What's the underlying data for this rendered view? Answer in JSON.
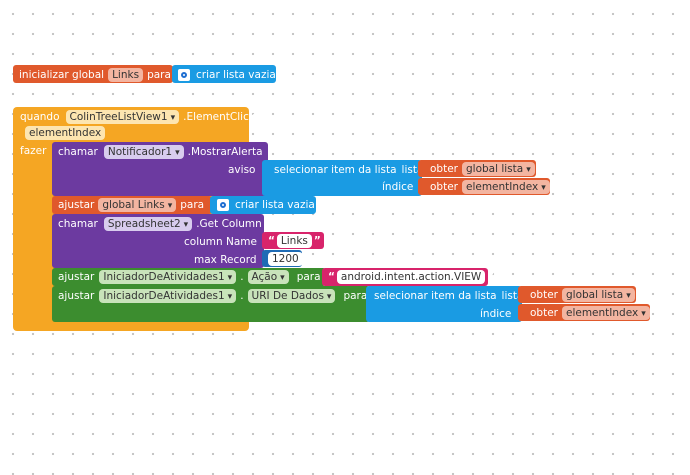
{
  "init_block": {
    "keyword": "inicializar global",
    "var_name": "Links",
    "para": "para",
    "list_label": "criar lista vazia"
  },
  "event_block": {
    "quando": "quando",
    "component": "ColinTreeListView1",
    "event": ".ElementClick",
    "param": "elementIndex",
    "fazer": "fazer"
  },
  "call_alert": {
    "chamar": "chamar",
    "component": "Notificador1",
    "method": ".MostrarAlerta",
    "arg_label": "aviso",
    "select_label": "selecionar item da lista",
    "lista_label": "lista",
    "obter1": "obter",
    "obter1_var": "global lista",
    "indice_label": "índice",
    "obter2": "obter",
    "obter2_var": "elementIndex"
  },
  "set_links": {
    "ajustar": "ajustar",
    "var": "global Links",
    "para": "para",
    "list_label": "criar lista vazia"
  },
  "call_sheet": {
    "chamar": "chamar",
    "component": "Spreadsheet2",
    "method": ".Get Column",
    "column_label": "column Name",
    "column_value": "Links",
    "maxrec_label": "max Record",
    "maxrec_value": "1200"
  },
  "set_action": {
    "ajustar": "ajustar",
    "component": "IniciadorDeAtividades1",
    "dot": ".",
    "prop": "Ação",
    "para": "para",
    "value": "android.intent.action.VIEW"
  },
  "set_uri": {
    "ajustar": "ajustar",
    "component": "IniciadorDeAtividades1",
    "dot": ".",
    "prop": "URI De Dados",
    "para": "para",
    "select_label": "selecionar item da lista",
    "lista_label": "lista",
    "obter1": "obter",
    "obter1_var": "global lista",
    "indice_label": "índice",
    "obter2": "obter",
    "obter2_var": "elementIndex"
  },
  "colors": {
    "variable": "#e0592c",
    "event": "#f5a623",
    "component_call": "#6c3aa0",
    "list": "#1a9be3",
    "text": "#d8246b",
    "setter": "#3c8d2f",
    "math": "#1e6bb5"
  }
}
